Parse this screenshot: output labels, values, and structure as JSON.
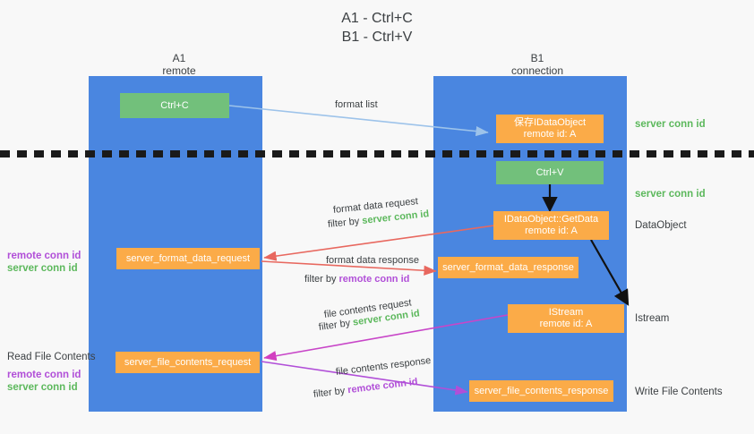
{
  "title": {
    "line1": "A1 - Ctrl+C",
    "line2": "B1 - Ctrl+V"
  },
  "columns": [
    {
      "id": "a1",
      "name": "A1",
      "subtitle": "remote"
    },
    {
      "id": "b1",
      "name": "B1",
      "subtitle": "connection"
    }
  ],
  "colors": {
    "lane": "#4a86e0",
    "green_box": "#72c07b",
    "orange_box": "#fbab48",
    "server_conn_id": "#5cb85c",
    "remote_conn_id": "#b14fd8",
    "arrow_blue": "#9dc3ea",
    "arrow_red": "#e8685f",
    "arrow_magenta": "#c846c8",
    "arrow_purple": "#b14fd8",
    "arrow_black": "#1a1a1a",
    "background": "#f8f8f8"
  },
  "nodes": [
    {
      "id": "ctrl-c",
      "lane": "a1",
      "style": "green",
      "line1": "Ctrl+C",
      "line2": ""
    },
    {
      "id": "save-idataobject",
      "lane": "b1",
      "style": "orange",
      "line1": "保存IDataObject",
      "line2": "remote id: A"
    },
    {
      "id": "ctrl-v",
      "lane": "b1",
      "style": "green",
      "line1": "Ctrl+V",
      "line2": ""
    },
    {
      "id": "getdata",
      "lane": "b1",
      "style": "orange",
      "line1": "IDataObject::GetData",
      "line2": "remote id: A"
    },
    {
      "id": "format-data-request",
      "lane": "a1",
      "style": "orange",
      "line1": "server_format_data_request",
      "line2": ""
    },
    {
      "id": "format-data-response",
      "lane": "b1",
      "style": "orange",
      "line1": "server_format_data_response",
      "line2": ""
    },
    {
      "id": "istream",
      "lane": "b1",
      "style": "orange",
      "line1": "IStream",
      "line2": "remote id: A"
    },
    {
      "id": "file-contents-request",
      "lane": "a1",
      "style": "orange",
      "line1": "server_file_contents_request",
      "line2": ""
    },
    {
      "id": "file-contents-response",
      "lane": "b1",
      "style": "orange",
      "line1": "server_file_contents_response",
      "line2": ""
    }
  ],
  "edge_labels": [
    {
      "id": "format-list",
      "text": "format list"
    },
    {
      "id": "format-data-request",
      "text": "format data request"
    },
    {
      "id": "format-data-req-filter",
      "prefix": "filter by ",
      "token": "server conn id",
      "token_color": "server"
    },
    {
      "id": "format-data-response",
      "text": "format data response"
    },
    {
      "id": "format-data-res-filter",
      "prefix": "filter by ",
      "token": "remote conn id",
      "token_color": "remote"
    },
    {
      "id": "file-contents-request",
      "text": "file contents request"
    },
    {
      "id": "file-contents-req-filter",
      "prefix": "filter by ",
      "token": "server conn id",
      "token_color": "server"
    },
    {
      "id": "file-contents-response",
      "text": "file contents response"
    },
    {
      "id": "file-contents-res-filter",
      "prefix": "filter by ",
      "token": "remote conn id",
      "token_color": "remote"
    }
  ],
  "right_labels": [
    {
      "id": "server-conn-id-1",
      "text": "server conn id",
      "color": "server"
    },
    {
      "id": "server-conn-id-2",
      "text": "server conn id",
      "color": "server"
    },
    {
      "id": "dataobject",
      "text": "DataObject",
      "color": "plain"
    },
    {
      "id": "istream",
      "text": "Istream",
      "color": "plain"
    },
    {
      "id": "write-file",
      "text": "Write File Contents",
      "color": "plain"
    }
  ],
  "left_labels": [
    {
      "id": "remote-conn-id-1",
      "text": "remote conn id",
      "color": "remote"
    },
    {
      "id": "server-conn-id-1",
      "text": "server conn id",
      "color": "server"
    },
    {
      "id": "read-file",
      "text": "Read File Contents",
      "color": "plain"
    },
    {
      "id": "remote-conn-id-2",
      "text": "remote conn id",
      "color": "remote"
    },
    {
      "id": "server-conn-id-2",
      "text": "server conn id",
      "color": "server"
    }
  ]
}
